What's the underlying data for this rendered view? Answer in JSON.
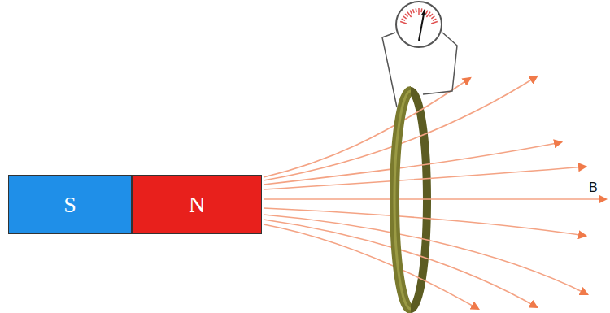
{
  "diagram": {
    "nodes": [
      {
        "text": [
          "S"
        ]
      },
      {
        "text": [
          "N"
        ]
      }
    ],
    "labels": [
      "B"
    ]
  }
}
